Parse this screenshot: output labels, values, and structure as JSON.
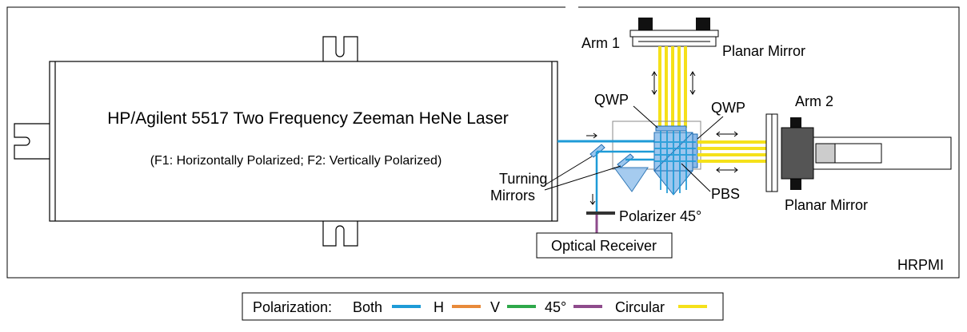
{
  "laser": {
    "title": "HP/Agilent 5517 Two Frequency Zeeman HeNe Laser",
    "subtitle": "(F1: Horizontally Polarized;  F2: Vertically Polarized)"
  },
  "labels": {
    "arm1": "Arm 1",
    "arm2": "Arm 2",
    "planar_mirror_top": "Planar Mirror",
    "planar_mirror_right": "Planar Mirror",
    "qwp_left": "QWP",
    "qwp_right": "QWP",
    "pbs": "PBS",
    "turning_mirrors_1": "Turning",
    "turning_mirrors_2": "Mirrors",
    "polarizer": "Polarizer 45°",
    "optical_receiver": "Optical Receiver",
    "system": "HRPMI"
  },
  "legend": {
    "title": "Polarization:",
    "items": [
      {
        "label": "Both",
        "color": "#1e9bd7"
      },
      {
        "label": "H",
        "color": "#e88a3a"
      },
      {
        "label": "V",
        "color": "#2ea84a"
      },
      {
        "label": "45°",
        "color": "#8e4b8c"
      },
      {
        "label": "Circular",
        "color": "#f5e11a"
      }
    ]
  },
  "colors": {
    "both": "#1e9bd7",
    "circular": "#f5e11a",
    "deg45": "#8e4b8c",
    "optics_blue": "#8ab8e8"
  }
}
